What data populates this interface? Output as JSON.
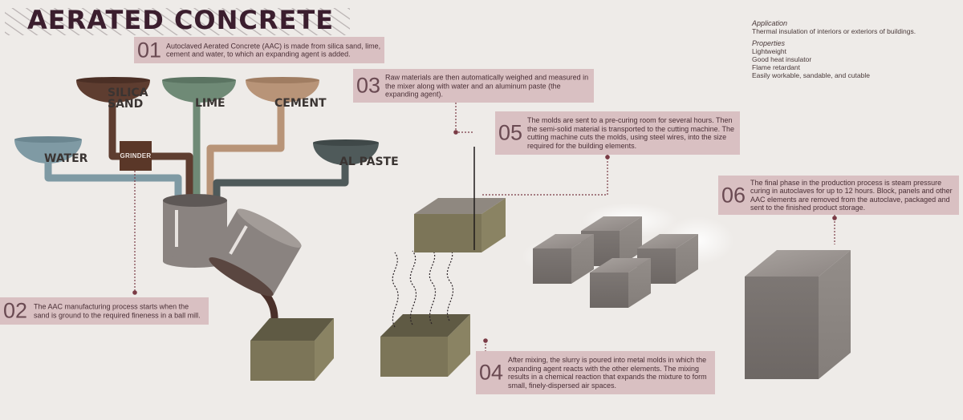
{
  "title": "AERATED CONCRETE",
  "ingredients": {
    "silica_sand": [
      "SILICA",
      "SAND"
    ],
    "lime": "LIME",
    "cement": "CEMENT",
    "water": "WATER",
    "al_paste": "AL PASTE",
    "grinder": "GRINDER"
  },
  "steps": [
    {
      "num": "01",
      "text": "Autoclaved Aerated Concrete (AAC) is made from silica sand, lime, cement and water, to which an expanding agent is added."
    },
    {
      "num": "02",
      "text": "The AAC manufacturing process starts when the sand is ground to the required fineness in a ball mill."
    },
    {
      "num": "03",
      "text": "Raw materials are then automatically weighed and measured in the mixer along with water and an aluminum paste (the expanding agent)."
    },
    {
      "num": "04",
      "text": "After mixing, the slurry is poured into metal molds in which the expanding agent reacts with the other elements. The mixing results in a chemical reaction that expands the mixture to form small, finely-dispersed air spaces."
    },
    {
      "num": "05",
      "text": "The molds are sent to a pre-curing room for several hours. Then the semi-solid material is transported to the cutting machine. The cutting machine cuts the molds, using steel wires, into the size required for the building elements."
    },
    {
      "num": "06",
      "text": "The final phase in the production process is steam pressure curing in autoclaves for up to 12 hours. Block, panels and other AAC elements are removed from the autoclave, packaged and sent to the finished product storage."
    }
  ],
  "sidebar": {
    "application_heading": "Application",
    "application_text": "Thermal insulation of interiors or exteriors of buildings.",
    "properties_heading": "Properties",
    "properties": [
      "Lightweight",
      "Good heat insulator",
      "Flame retardant",
      "Easily workable, sandable, and cutable"
    ]
  },
  "colors": {
    "background": "#eeebe8",
    "title": "#3b1e2e",
    "step_box": "#d9c0c2",
    "silica_bowl": "#5e3d30",
    "lime_bowl": "#6f8a76",
    "cement_bowl": "#b89478",
    "water_bowl": "#7f9aa4",
    "al_paste_bowl": "#4f5a5a",
    "mold": "#7c7558",
    "connector": "#7a3b45"
  },
  "icons": [
    "hatch-stripes-icon",
    "bowl-icon",
    "mixer-drum-icon",
    "mold-icon",
    "block-icon",
    "steam-icon"
  ]
}
